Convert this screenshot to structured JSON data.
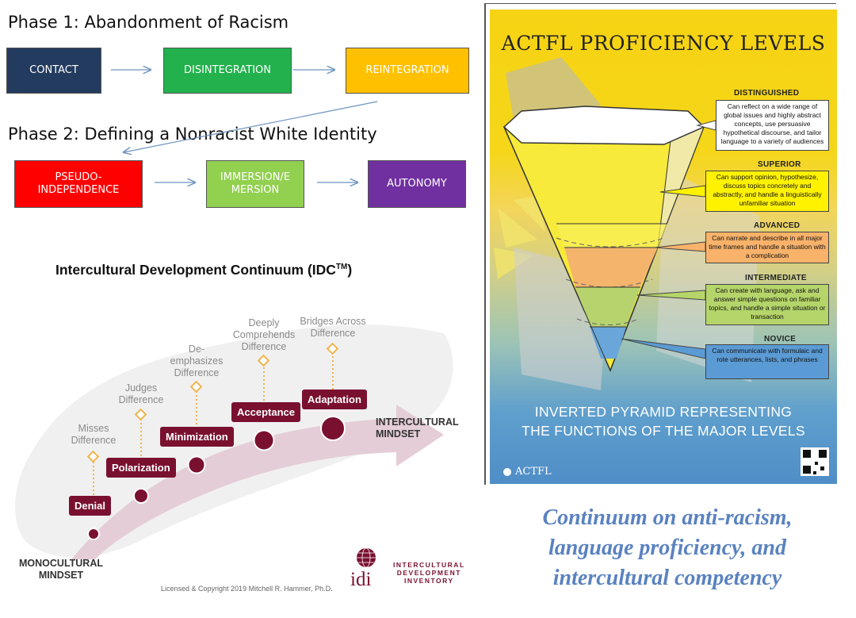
{
  "phase1": {
    "title": "Phase 1: Abandonment of Racism",
    "boxes": [
      {
        "label": "CONTACT",
        "color": "#233b5e"
      },
      {
        "label": "DISINTEGRATION",
        "color": "#22b14c"
      },
      {
        "label": "REINTEGRATION",
        "color": "#ffc000"
      }
    ]
  },
  "phase2": {
    "title": "Phase 2: Defining a Nonracist White Identity",
    "boxes": [
      {
        "label": "PSEUDO-\nINDEPENDENCE",
        "color": "#ff0000"
      },
      {
        "label": "IMMERSION/E\nMERSION",
        "color": "#92d050"
      },
      {
        "label": "AUTONOMY",
        "color": "#7030a0"
      }
    ]
  },
  "idc": {
    "title": "Intercultural Development Continuum (IDC",
    "tm": "TM",
    "title_close": ")",
    "stages": [
      "Denial",
      "Polarization",
      "Minimization",
      "Acceptance",
      "Adaptation"
    ],
    "descriptors": [
      "Misses\nDifference",
      "Judges\nDifference",
      "De-\nemphasizes\nDifference",
      "Deeply\nComprehends\nDifference",
      "Bridges Across\nDifference"
    ],
    "mono": "MONOCULTURAL\nMINDSET",
    "inter": "INTERCULTURAL\nMINDSET",
    "copyright": "Licensed & Copyright 2019 Mitchell R. Hammer, Ph.D.",
    "logo_text": "idi",
    "logo_name": "INTERCULTURAL\nDEVELOPMENT\nINVENTORY",
    "accent": "#7a1030"
  },
  "actfl": {
    "title": "ACTFL PROFICIENCY LEVELS",
    "levels": [
      {
        "name": "DISTINGUISHED",
        "desc": "Can reflect on a wide range of global issues and highly abstract concepts, use persuasive hypothetical discourse, and tailor language to a variety of audiences",
        "color": "#ffffff"
      },
      {
        "name": "SUPERIOR",
        "desc": "Can support opinion, hypothesize, discuss topics concretely and abstractly, and handle a linguistically unfamiliar situation",
        "color": "#fff200"
      },
      {
        "name": "ADVANCED",
        "desc": "Can narrate and describe in all major time frames and handle a situation with a complication",
        "color": "#f8b26a"
      },
      {
        "name": "INTERMEDIATE",
        "desc": "Can create with language, ask and answer simple questions on familiar topics, and handle a simple situation or transaction",
        "color": "#b5d56a"
      },
      {
        "name": "NOVICE",
        "desc": "Can communicate with formulaic and rote utterances, lists, and phrases",
        "color": "#5b9bd5"
      }
    ],
    "bottom": "INVERTED PYRAMID REPRESENTING\nTHE FUNCTIONS OF THE MAJOR LEVELS",
    "logo": "ACTFL"
  },
  "caption": "Continuum on anti-racism,\nlanguage proficiency, and\nintercultural competency"
}
